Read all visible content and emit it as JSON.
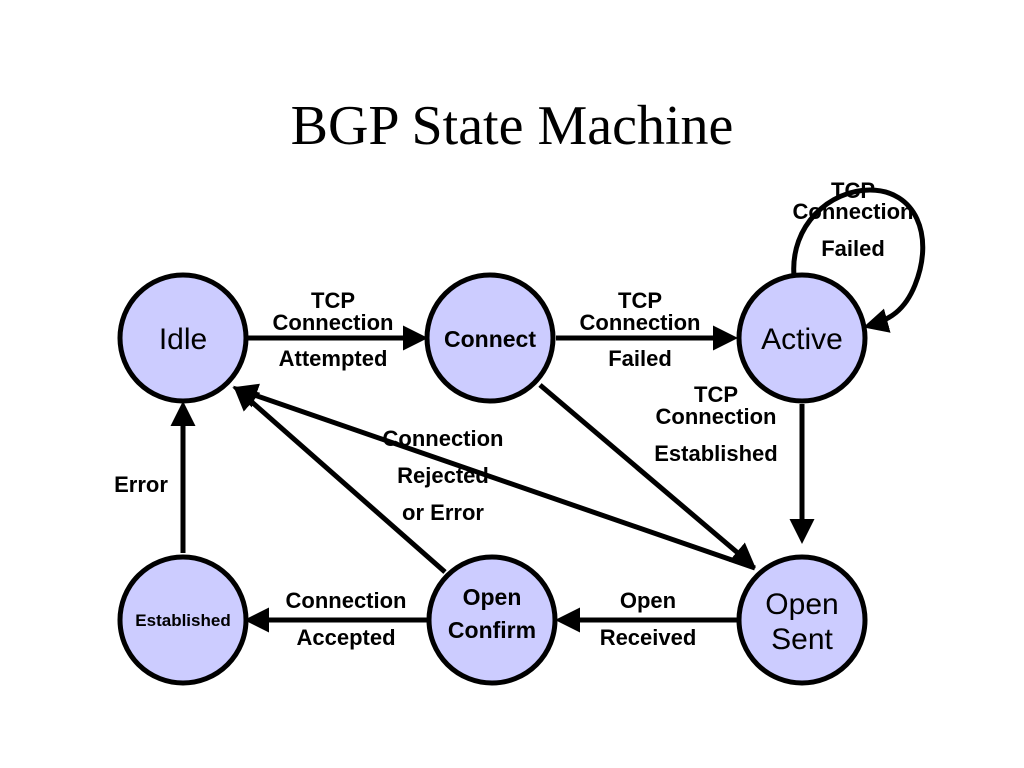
{
  "title": "BGP State Machine",
  "colors": {
    "node_fill": "#ccccff",
    "stroke": "#000000",
    "background": "#ffffff"
  },
  "states": {
    "idle": "Idle",
    "connect": "Connect",
    "active": "Active",
    "established": "Established",
    "open_confirm": [
      "Open",
      "Confirm"
    ],
    "open_sent": [
      "Open",
      "Sent"
    ]
  },
  "transitions": {
    "idle_to_connect": [
      "TCP",
      "Connection",
      "Attempted"
    ],
    "connect_to_active": [
      "TCP",
      "Connection",
      "Failed"
    ],
    "active_self": [
      "TCP",
      "Connection",
      "Failed"
    ],
    "active_to_open_sent": [
      "TCP",
      "Connection",
      "Established"
    ],
    "to_idle_rejected": [
      "Connection",
      "Rejected",
      "or Error"
    ],
    "established_to_idle": [
      "Error"
    ],
    "open_confirm_to_established": [
      "Connection",
      "Accepted"
    ],
    "open_sent_to_open_confirm": [
      "Open",
      "Received"
    ]
  }
}
